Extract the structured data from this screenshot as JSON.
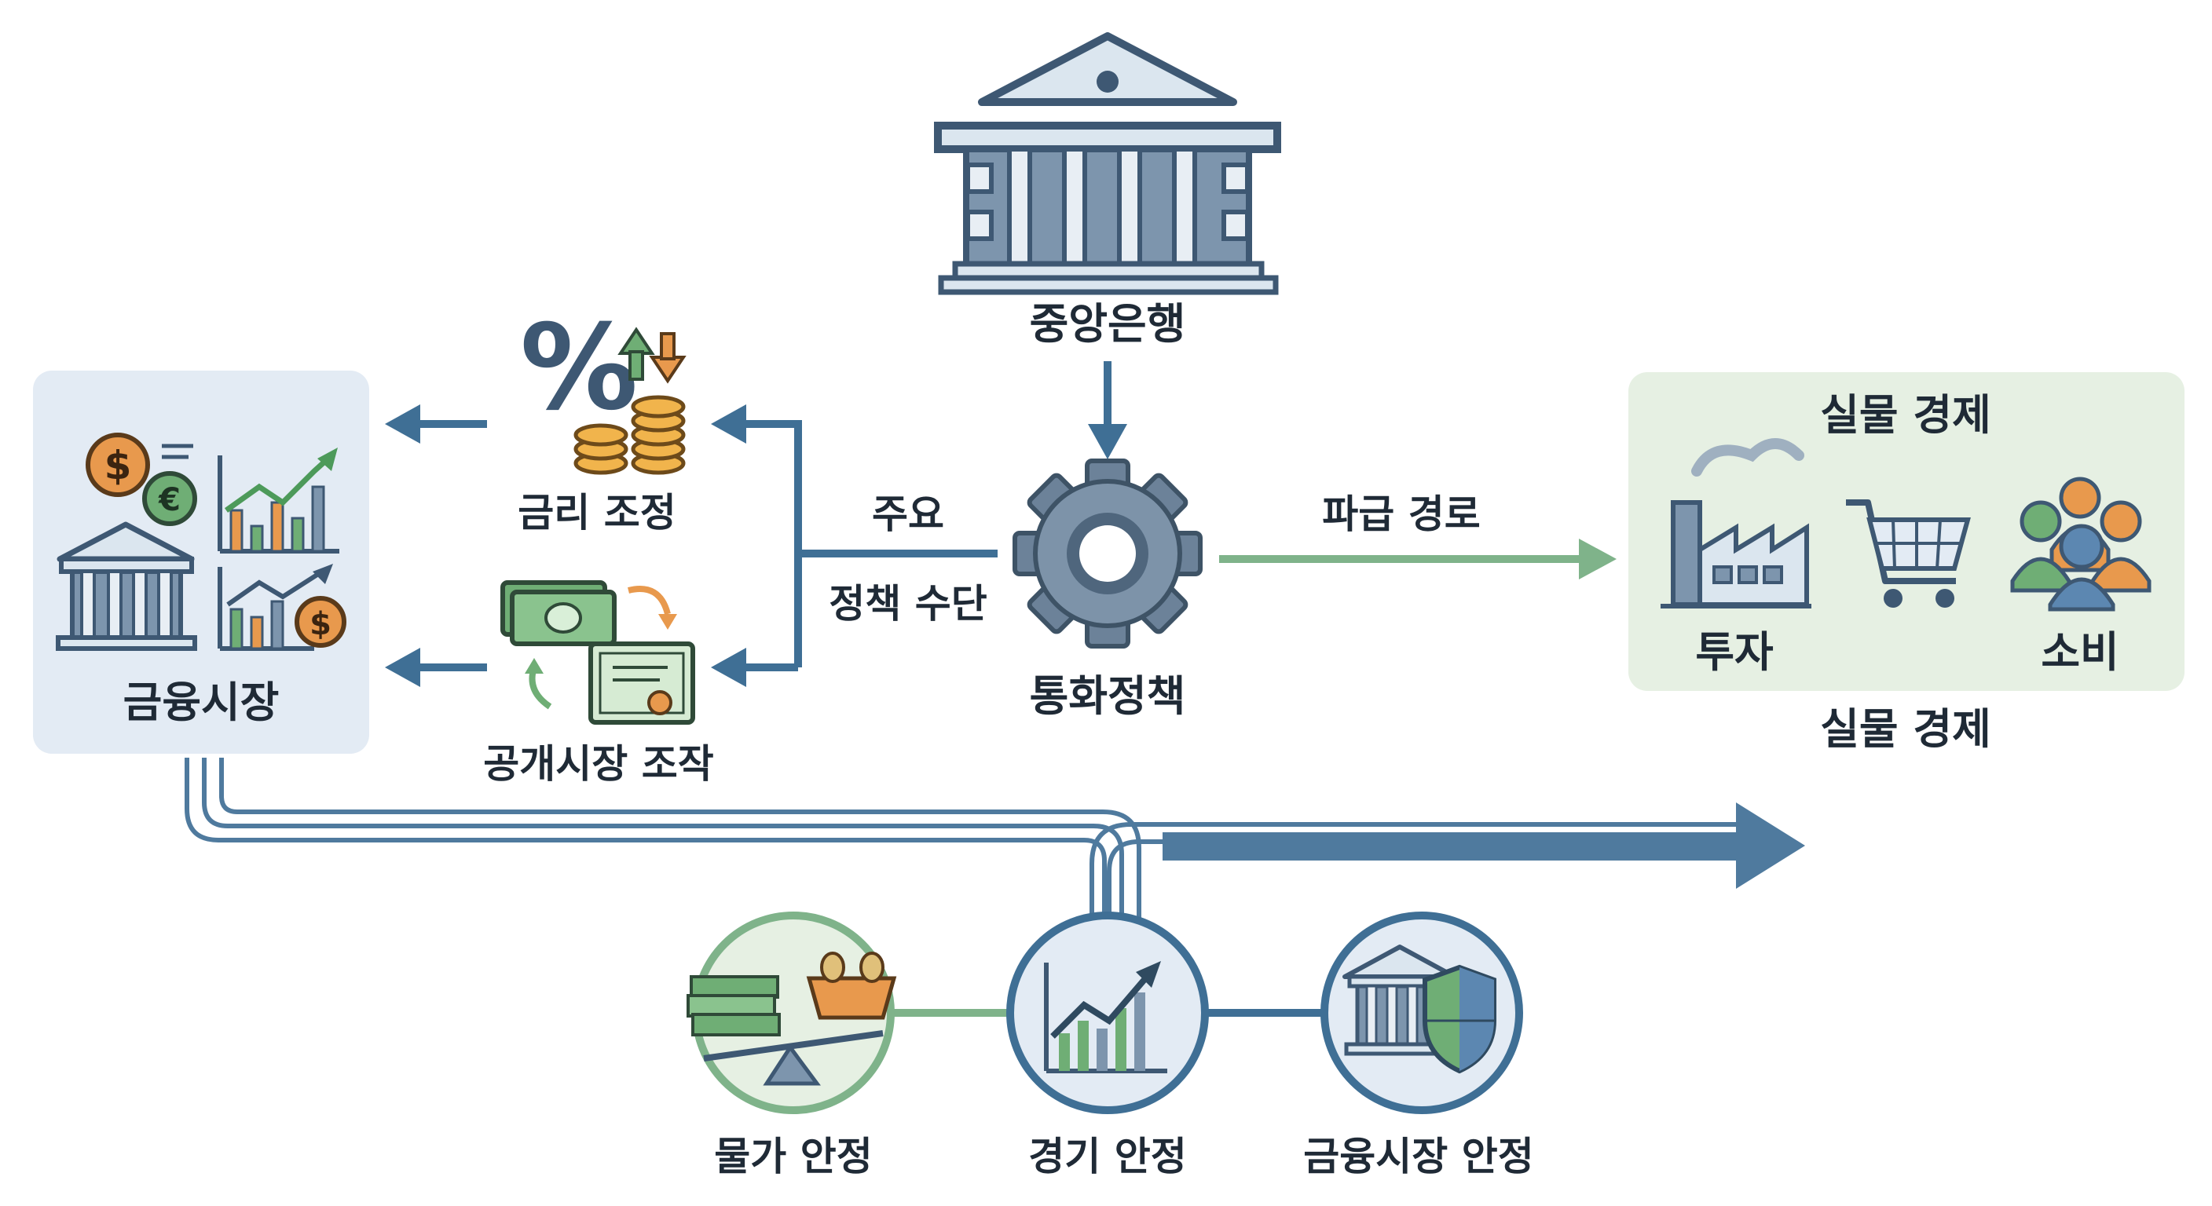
{
  "nodes": {
    "central_bank": "중앙은행",
    "monetary_policy": "통화정책",
    "interest_rate": "금리 조정",
    "open_market": "공개시장 조작",
    "financial_market": "금융시장",
    "real_economy_title": "실물 경제",
    "investment": "투자",
    "consumption": "소비",
    "real_economy_caption": "실물 경제"
  },
  "edges": {
    "main_tools_line1": "주요",
    "main_tools_line2": "정책 수단",
    "transmission": "파급 경로"
  },
  "goals": {
    "price": "물가 안정",
    "economy": "경기 안정",
    "financial": "금융시장 안정"
  },
  "colors": {
    "navy_arrow": "#3f6f95",
    "green_arrow": "#7fb38a",
    "fin_panel": "#e3ebf4",
    "real_panel": "#e6f0e3",
    "bank_gray": "#5f7a94",
    "gear_gray": "#6c8299"
  }
}
